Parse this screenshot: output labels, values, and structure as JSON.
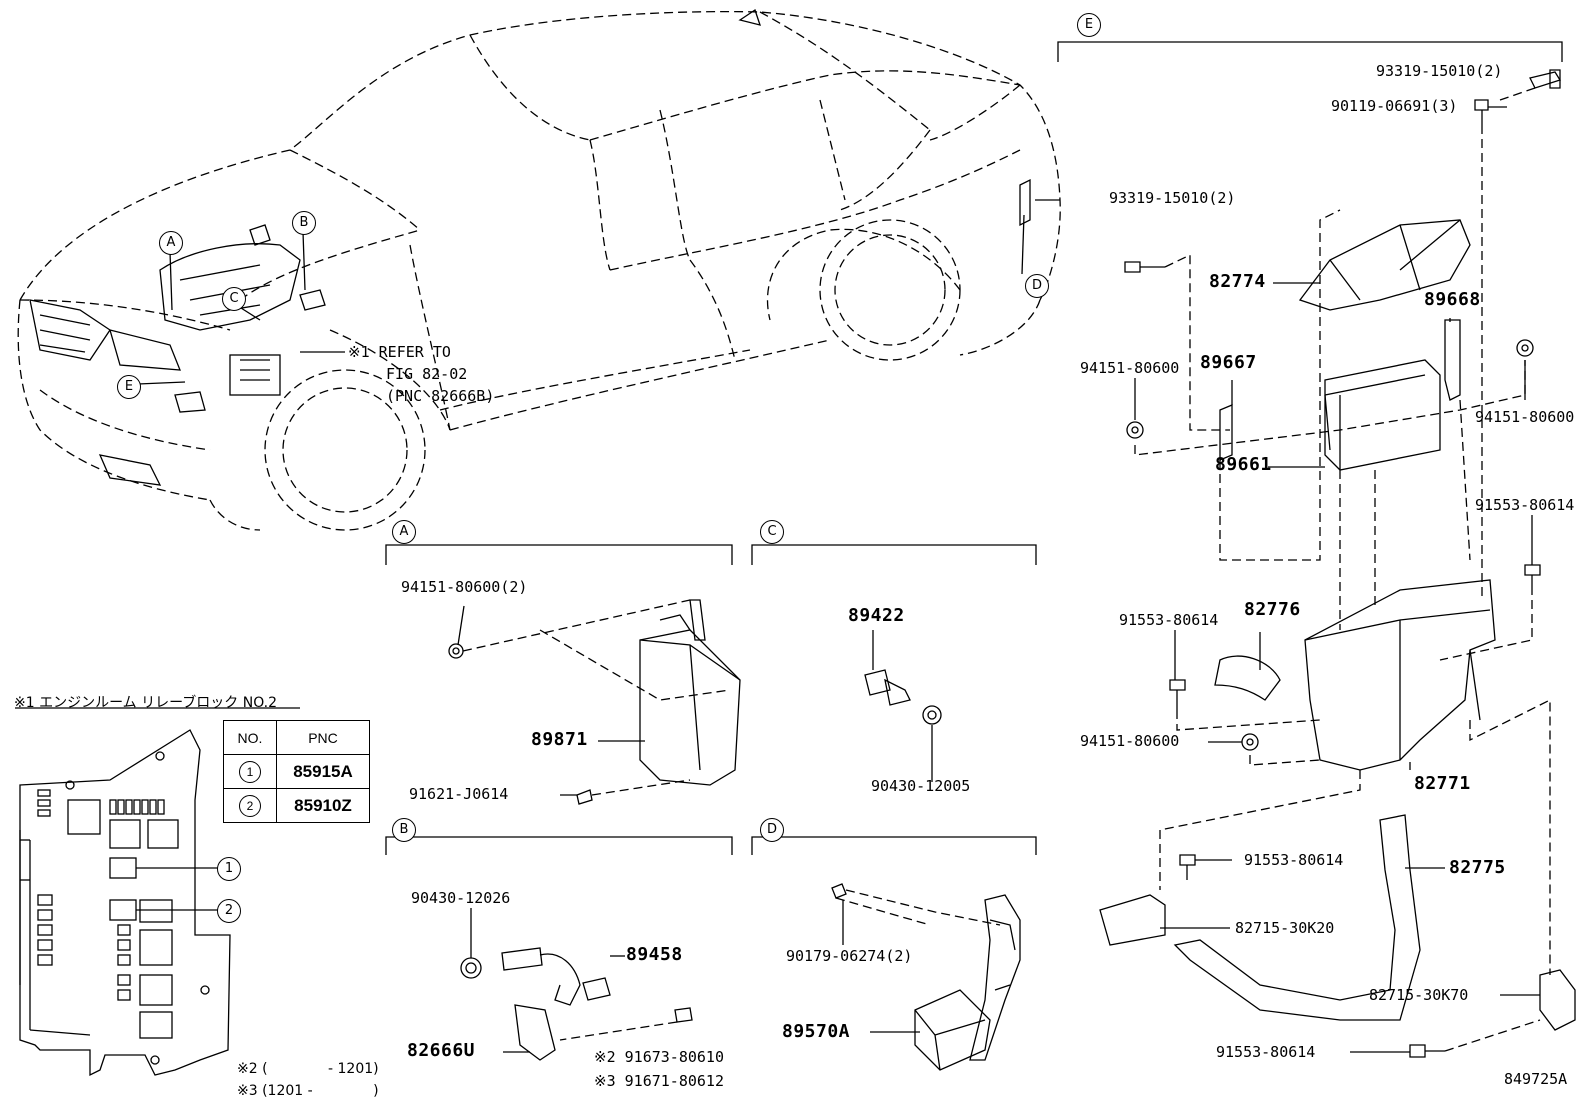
{
  "letters": {
    "A": "A",
    "B": "B",
    "C": "C",
    "D": "D",
    "E": "E"
  },
  "callout_ref": {
    "line1": "※1 REFER TO",
    "line2": "FIG 82-02",
    "line3": "(PNC 82666B)"
  },
  "section_E": {
    "p1": "93319-15010(2)",
    "p2": "90119-06691(3)",
    "p3": "93319-15010(2)",
    "p4": "82774",
    "p5": "89668",
    "p6": "94151-80600",
    "p7": "89667",
    "p8": "94151-80600",
    "p9": "89661",
    "p10": "91553-80614",
    "p11": "91553-80614",
    "p12": "82776",
    "p13": "94151-80600",
    "p14": "82771",
    "p15": "91553-80614",
    "p16": "82775",
    "p17": "82715-30K20",
    "p18": "82715-30K70",
    "p19": "91553-80614"
  },
  "section_A": {
    "p1": "94151-80600(2)",
    "p2": "89871",
    "p3": "91621-J0614"
  },
  "section_C": {
    "p1": "89422",
    "p2": "90430-12005"
  },
  "section_B": {
    "p1": "90430-12026",
    "p2": "89458",
    "p3": "82666U",
    "p4": "※2 91673-80610",
    "p5": "※3 91671-80612"
  },
  "section_D": {
    "p1": "90179-06274(2)",
    "p2": "89570A"
  },
  "relay_block": {
    "title": "※1 エンジンルーム リレーブロック NO.2",
    "callout1": "1",
    "callout2": "2",
    "table": {
      "col_no": "NO.",
      "col_pnc": "PNC",
      "rows": [
        {
          "no": "1",
          "pnc": "85915A"
        },
        {
          "no": "2",
          "pnc": "85910Z"
        }
      ]
    },
    "note2": "※2 (　　　　 - 1201)",
    "note3": "※3 (1201 - 　　　　)"
  },
  "figure_code": "849725A"
}
